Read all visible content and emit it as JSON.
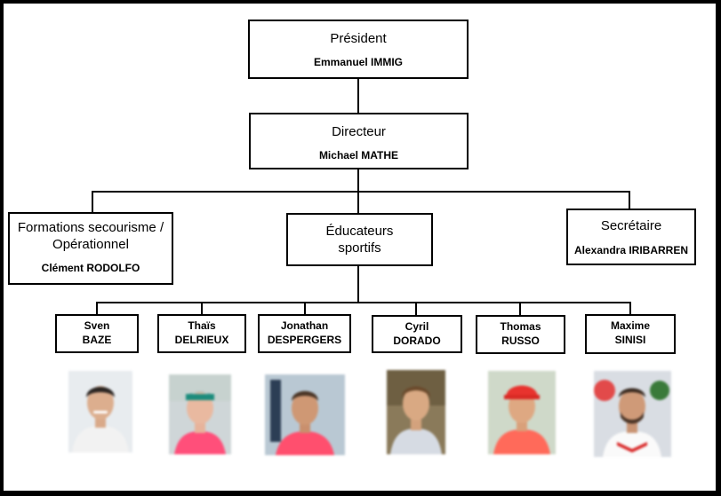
{
  "president": {
    "role": "Président",
    "name": "Emmanuel IMMIG"
  },
  "directeur": {
    "role": "Directeur",
    "name": "Michael MATHE"
  },
  "formations": {
    "role_line1": "Formations secourisme /",
    "role_line2": "Opérationnel",
    "name": "Clément RODOLFO"
  },
  "educateurs": {
    "role_line1": "Éducateurs",
    "role_line2": "sportifs"
  },
  "secretaire": {
    "role": "Secrétaire",
    "name": "Alexandra IRIBARREN"
  },
  "staff": [
    {
      "first": "Sven",
      "last": "BAZE"
    },
    {
      "first": "Thaïs",
      "last": "DELRIEUX"
    },
    {
      "first": "Jonathan",
      "last": "DESPERGERS"
    },
    {
      "first": "Cyril",
      "last": "DORADO"
    },
    {
      "first": "Thomas",
      "last": "RUSSO"
    },
    {
      "first": "Maxime",
      "last": "SINISI"
    }
  ],
  "photos": [
    {
      "icon": "portrait-photo-icon",
      "shirt": "#f2f2f2",
      "bg": "#e8ecef"
    },
    {
      "icon": "portrait-photo-icon",
      "shirt": "#ff4f7a",
      "bg": "#cfd6d8"
    },
    {
      "icon": "portrait-photo-icon",
      "shirt": "#ff4f6e",
      "bg": "#b9c8d3"
    },
    {
      "icon": "portrait-photo-icon",
      "shirt": "#d6dbe3",
      "bg": "#8a7a5a"
    },
    {
      "icon": "portrait-photo-icon",
      "shirt": "#ff6a5a",
      "bg": "#cfd9c9"
    },
    {
      "icon": "portrait-photo-icon",
      "shirt": "#fafafa",
      "bg": "#d9dde3"
    }
  ]
}
